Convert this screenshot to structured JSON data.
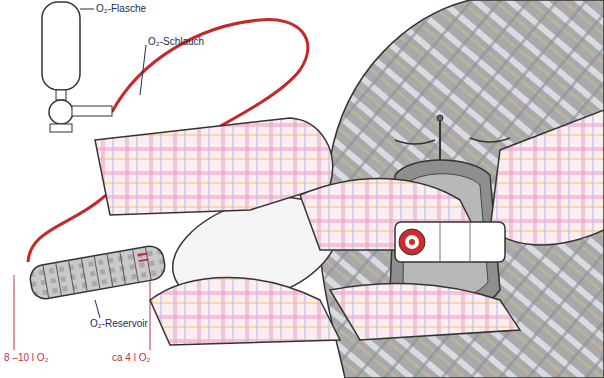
{
  "diagram": {
    "labels": [
      "O₂-Flasche",
      "O₂-Schlauch",
      "O₂-Reservoir",
      "8 –10 l O₂",
      "ca 4 l O₂"
    ]
  }
}
